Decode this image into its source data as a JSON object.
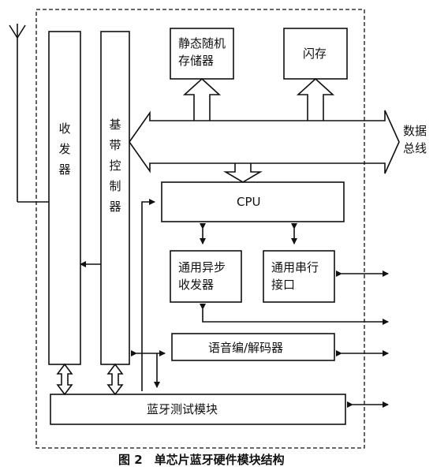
{
  "diagram": {
    "caption": "图 2　单芯片蓝牙硬件模块结构",
    "blocks": {
      "transceiver": "收发器",
      "baseband_controller": "基带控制器",
      "sram": "静态随机存储器",
      "flash": "闪存",
      "cpu": "CPU",
      "uart": "通用异步收发器",
      "serial_interface": "通用串行接口",
      "voice_codec": "语音编/解码器",
      "bluetooth_test": "蓝牙测试模块"
    },
    "labels": {
      "data_bus": "数据总线"
    }
  }
}
